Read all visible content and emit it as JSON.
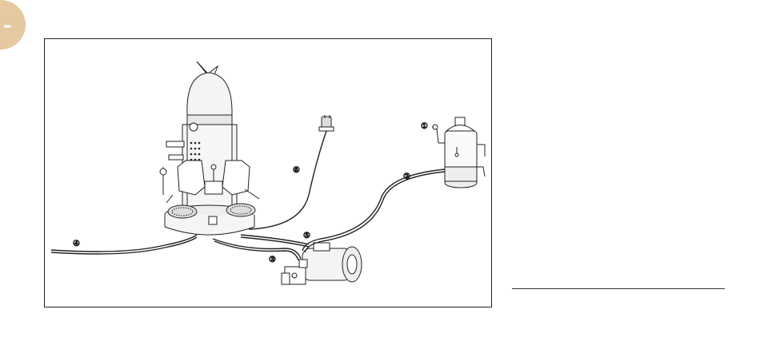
{
  "page_tab": {
    "label": "–",
    "color": "#e6c9a0"
  },
  "figure": {
    "callouts": [
      {
        "id": "1",
        "label": "①"
      },
      {
        "id": "2",
        "label": "②"
      },
      {
        "id": "3",
        "label": "③"
      },
      {
        "id": "4",
        "label": "④"
      },
      {
        "id": "5",
        "label": "⑤"
      },
      {
        "id": "6",
        "label": "⑥"
      }
    ]
  }
}
